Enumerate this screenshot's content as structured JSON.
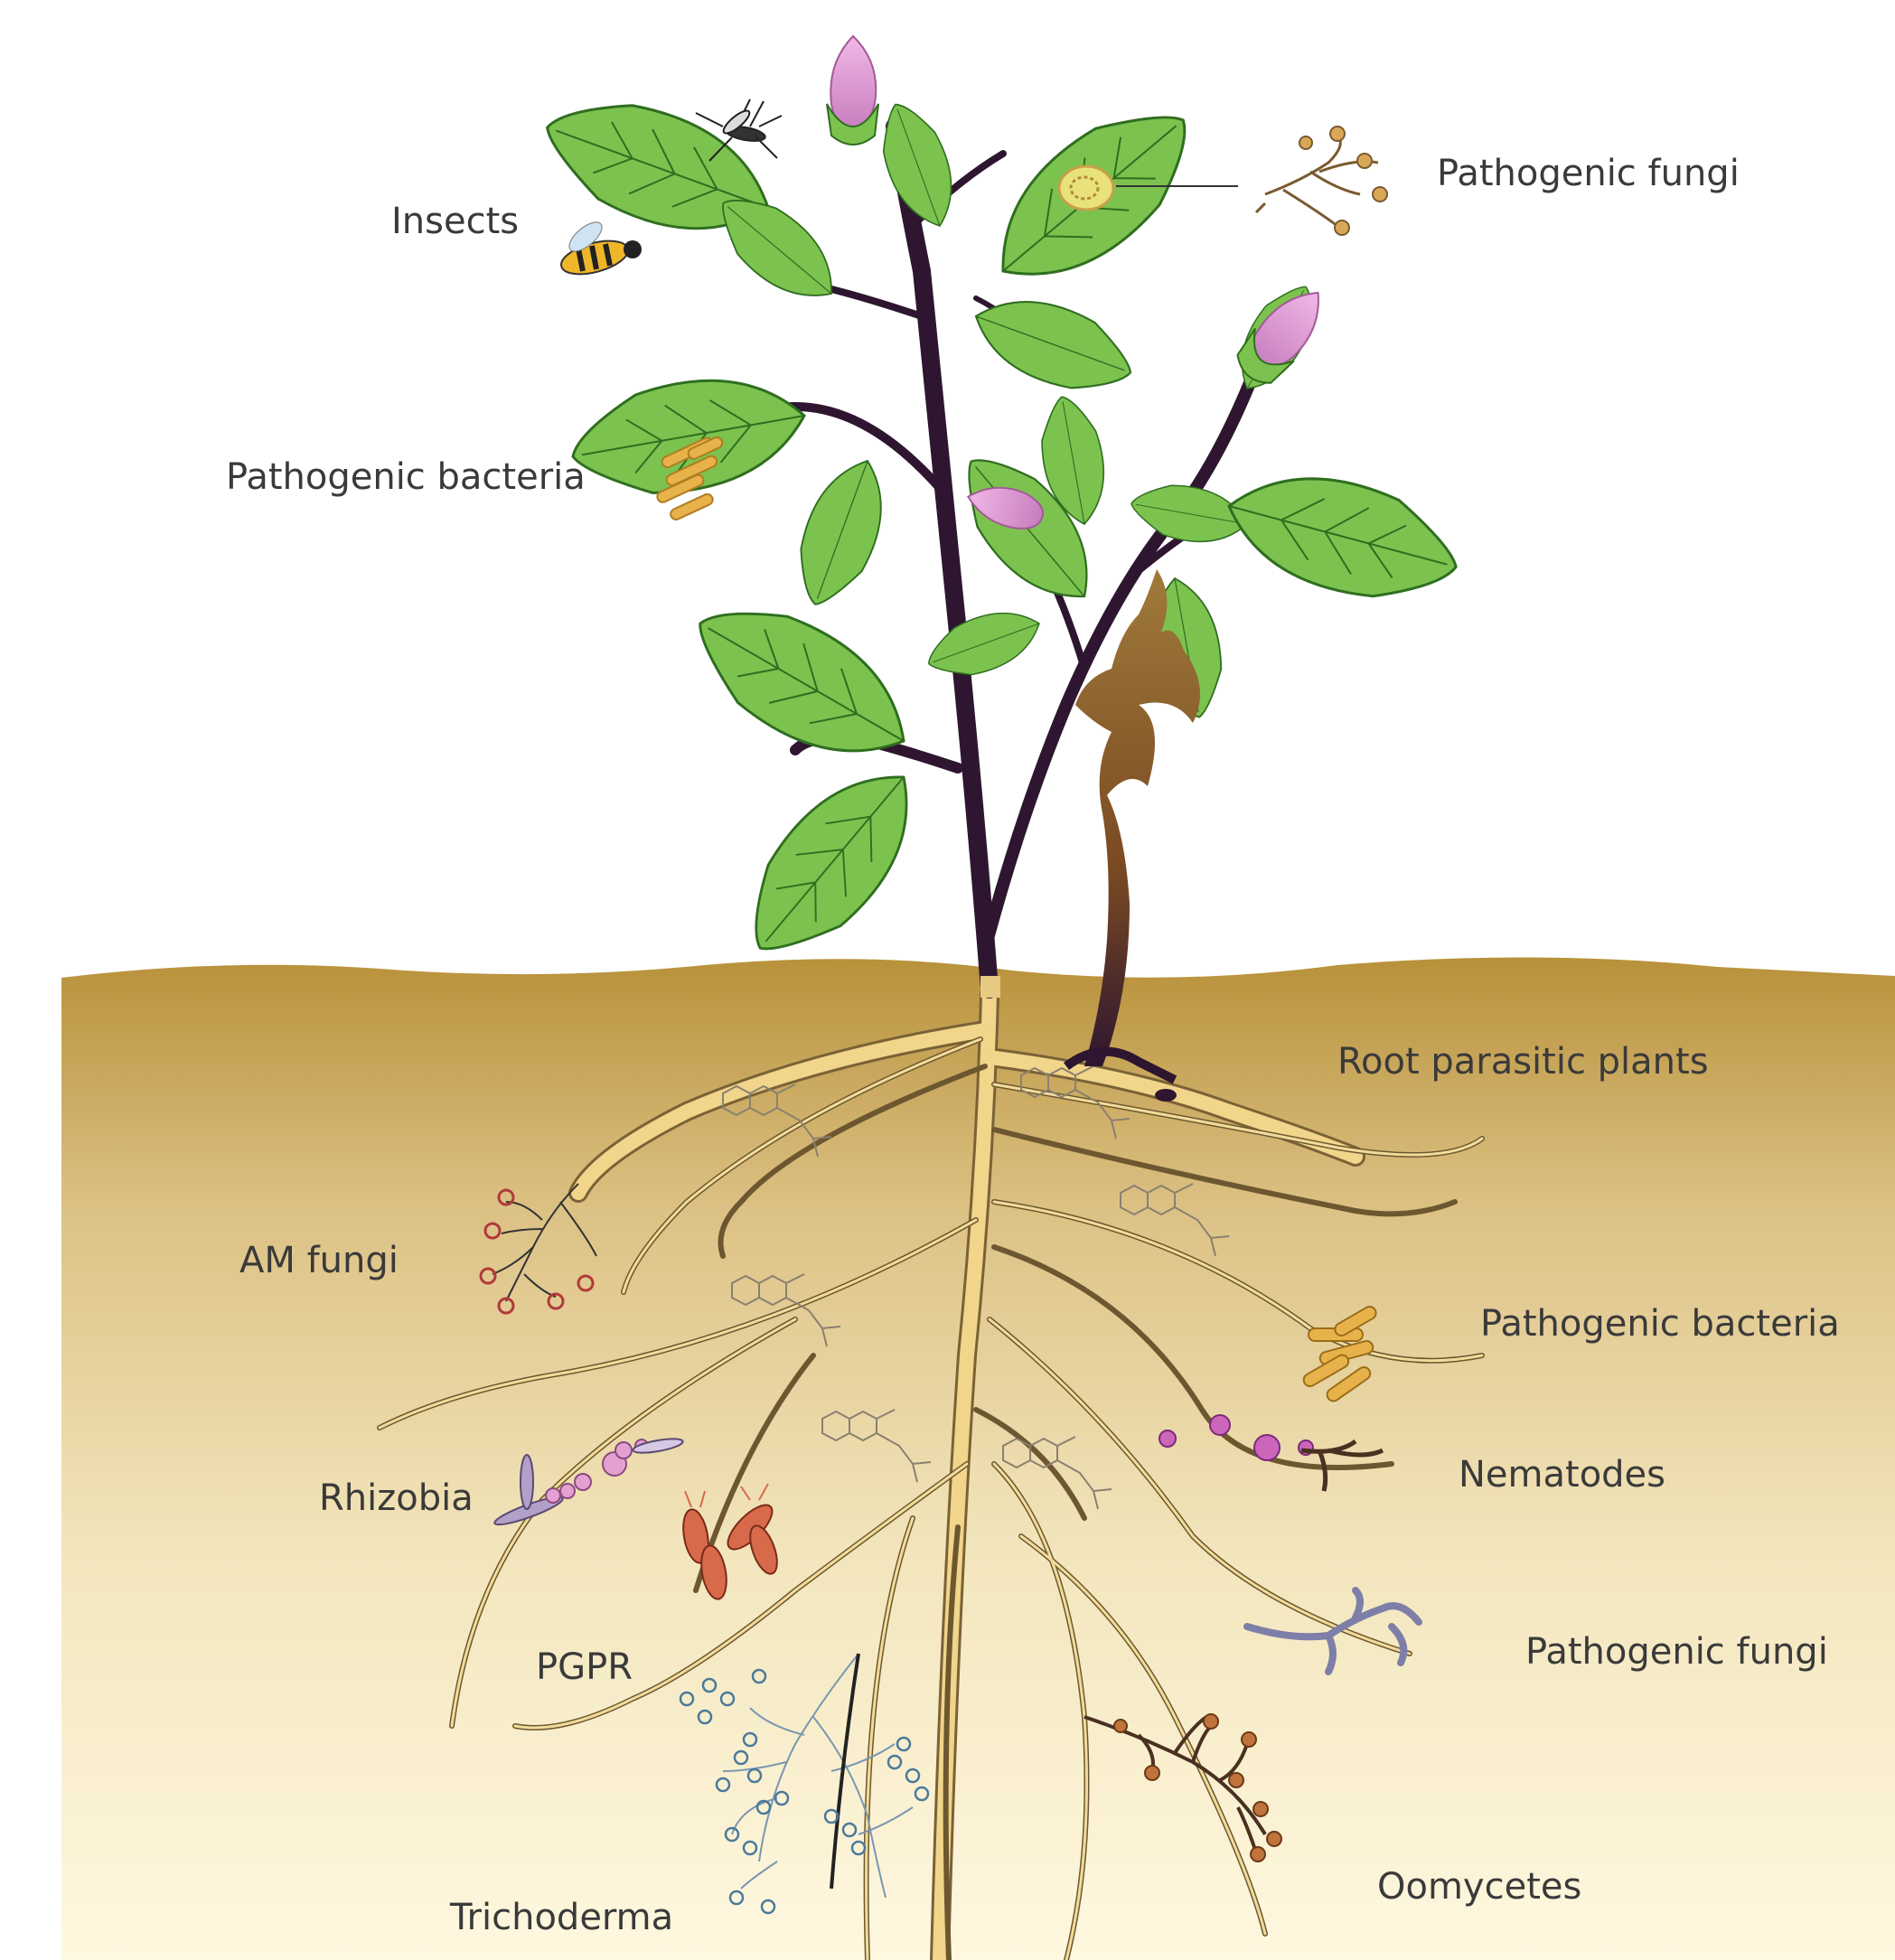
{
  "labels": {
    "insects": "Insects",
    "pathogenic_fungi_top": "Pathogenic fungi",
    "pathogenic_bacteria_top": "Pathogenic bacteria",
    "root_parasitic_plants": "Root parasitic plants",
    "am_fungi": "AM fungi",
    "pathogenic_bacteria_root": "Pathogenic bacteria",
    "rhizobia": "Rhizobia",
    "nematodes": "Nematodes",
    "pgpr": "PGPR",
    "pathogenic_fungi_root": "Pathogenic fungi",
    "trichoderma": "Trichoderma",
    "oomycetes": "Oomycetes"
  },
  "colors": {
    "leaf": "#7cc24f",
    "leaf_vein": "#2f6e1f",
    "stem": "#2e1630",
    "flower": "#d98fce",
    "root": "#f0d58a",
    "root_outline": "#7a6236",
    "soil_top": "#b8913a",
    "soil_bottom": "#fff6d8",
    "parasitic_plant": "#7a4a22"
  }
}
